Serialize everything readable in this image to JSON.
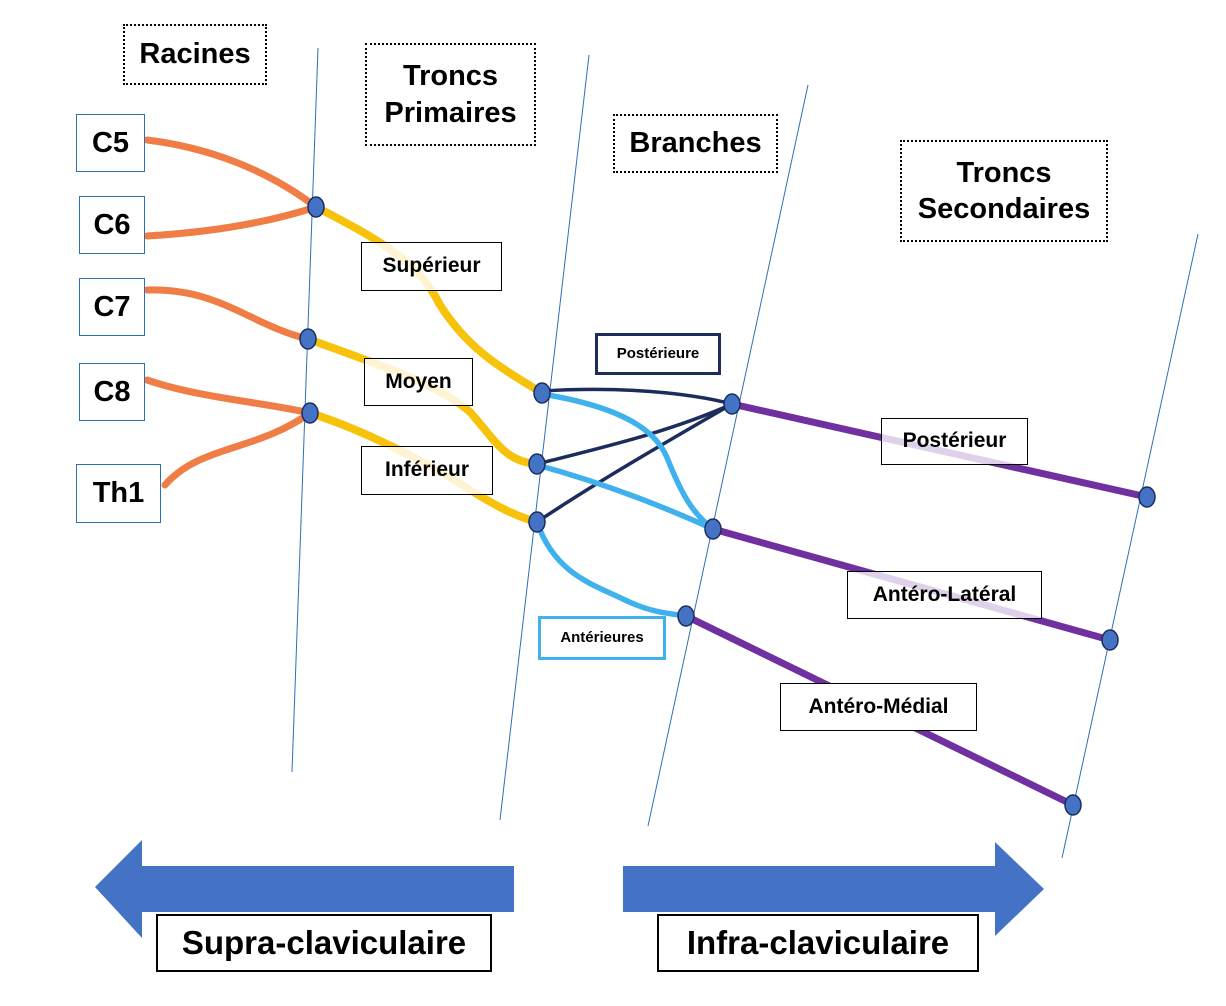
{
  "headers": {
    "racines": "Racines",
    "troncs_primaires": "Troncs Primaires",
    "branches": "Branches",
    "troncs_secondaires": "Troncs Secondaires"
  },
  "roots": [
    "C5",
    "C6",
    "C7",
    "C8",
    "Th1"
  ],
  "primary_trunks": {
    "superieur": "Supérieur",
    "moyen": "Moyen",
    "inferieur": "Inférieur"
  },
  "branches": {
    "posterieure": "Postérieure",
    "anterieures": "Antérieures"
  },
  "secondary_trunks": {
    "posterieur": "Postérieur",
    "antero_lateral": "Antéro-Latéral",
    "antero_medial": "Antéro-Médial"
  },
  "regions": {
    "supra": "Supra-claviculaire",
    "infra": "Infra-claviculaire"
  },
  "colors": {
    "roots": "#f07d45",
    "primary_trunks": "#f7c20c",
    "posterior_branch": "#1c2d5c",
    "anterior_branch": "#3fb1ec",
    "secondary_trunks": "#7030a0",
    "node": "#4472c4",
    "arrow": "#4472c4",
    "divider": "#2f6fb6"
  }
}
